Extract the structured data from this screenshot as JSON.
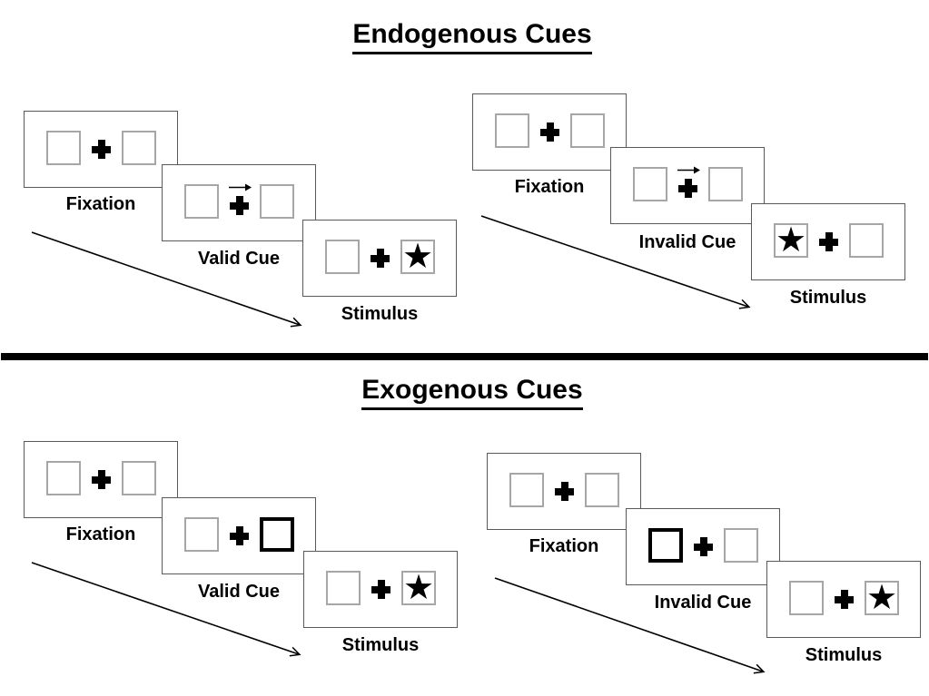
{
  "figure": {
    "type": "experiment-paradigm-diagram",
    "description_visible_text_only": true
  },
  "sections": [
    {
      "title": "Endogenous Cues",
      "trials": [
        {
          "name": "valid",
          "steps": [
            "Fixation",
            "Valid Cue",
            "Stimulus"
          ]
        },
        {
          "name": "invalid",
          "steps": [
            "Fixation",
            "Invalid Cue",
            "Stimulus"
          ]
        }
      ]
    },
    {
      "title": "Exogenous Cues",
      "trials": [
        {
          "name": "valid",
          "steps": [
            "Fixation",
            "Valid Cue",
            "Stimulus"
          ]
        },
        {
          "name": "invalid",
          "steps": [
            "Fixation",
            "Invalid Cue",
            "Stimulus"
          ]
        }
      ]
    }
  ],
  "icons": {
    "star": "★",
    "fixation_cross": "+",
    "cue_arrow_direction": "right"
  },
  "colors": {
    "background": "#ffffff",
    "ink": "#000000",
    "panel_border": "#595959",
    "placeholder_box_border": "#a6a6a6",
    "cue_highlight_border": "#000000"
  }
}
